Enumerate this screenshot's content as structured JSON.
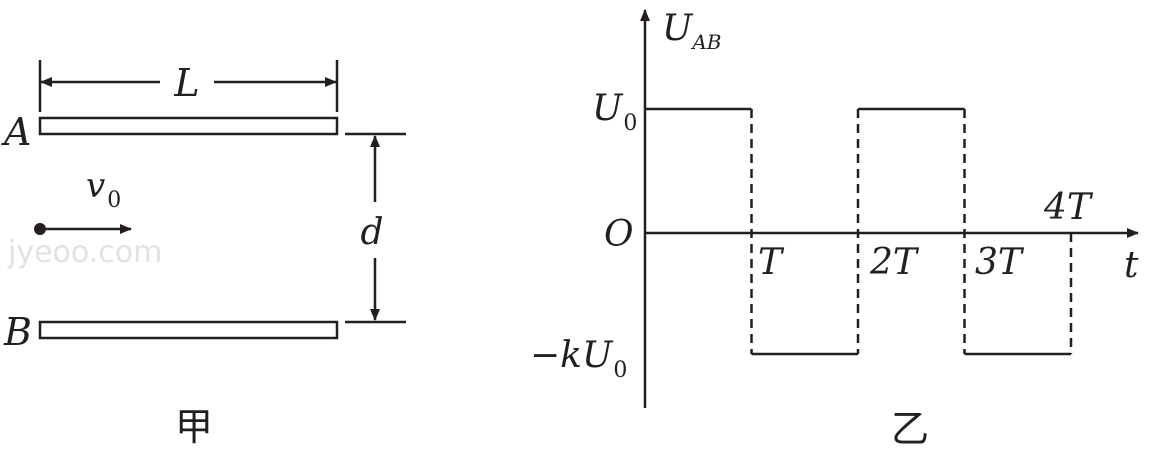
{
  "fig_jia": {
    "plate_a_label": "A",
    "plate_b_label": "B",
    "length_label": "L",
    "gap_label": "d",
    "velocity_label": "v",
    "velocity_sub": "0",
    "caption": "甲",
    "watermark": "jyeoo.com"
  },
  "fig_yi": {
    "y_axis_label": "U",
    "y_axis_sub": "AB",
    "x_axis_label": "t",
    "origin_label": "O",
    "high_label": "U",
    "high_sub": "0",
    "low_label_prefix": "−k",
    "low_label_main": "U",
    "low_sub": "0",
    "tick_labels": [
      "T",
      "2T",
      "3T",
      "4T"
    ],
    "caption": "乙"
  },
  "chart_data": {
    "type": "line",
    "title": "",
    "xlabel": "t",
    "ylabel": "U_AB",
    "x_unit": "T",
    "y_levels": [
      "U0",
      "-kU0"
    ],
    "segments": [
      {
        "t_start": 0,
        "t_end": 1,
        "level": "U0"
      },
      {
        "t_start": 1,
        "t_end": 2,
        "level": "-kU0"
      },
      {
        "t_start": 2,
        "t_end": 3,
        "level": "U0"
      },
      {
        "t_start": 3,
        "t_end": 4,
        "level": "-kU0"
      }
    ],
    "x_ticks": [
      1,
      2,
      3,
      4
    ]
  }
}
